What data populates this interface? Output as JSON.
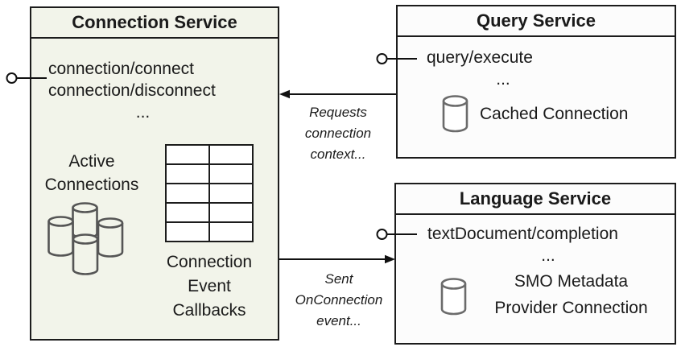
{
  "diagram": {
    "connection_service": {
      "title": "Connection Service",
      "methods": [
        "connection/connect",
        "connection/disconnect"
      ],
      "ellipsis": "...",
      "active_connections_lines": [
        "Active",
        "Connections"
      ],
      "callback_label_lines": [
        "Connection",
        "Event",
        "Callbacks"
      ],
      "table": {
        "rows": 5,
        "cols": 2
      },
      "icons": [
        "database-cluster-icon",
        "callback-table"
      ]
    },
    "query_service": {
      "title": "Query Service",
      "methods": [
        "query/execute"
      ],
      "ellipsis": "...",
      "cached_connection_label": "Cached Connection",
      "icons": [
        "database-icon"
      ]
    },
    "language_service": {
      "title": "Language Service",
      "methods": [
        "textDocument/completion"
      ],
      "ellipsis": "...",
      "metadata_label_lines": [
        "SMO Metadata",
        "Provider Connection"
      ],
      "icons": [
        "database-icon"
      ]
    },
    "arrows": {
      "requests_lines": [
        "Requests",
        "connection",
        "context..."
      ],
      "sent_lines": [
        "Sent",
        "OnConnection",
        "event..."
      ]
    },
    "colors": {
      "connection_box_fill": "#f2f4ea",
      "service_box_fill": "#fcfcfc",
      "border": "#1c1c1c",
      "cylinder_stroke": "#5f5f5f",
      "text": "#1a1a1a"
    }
  }
}
